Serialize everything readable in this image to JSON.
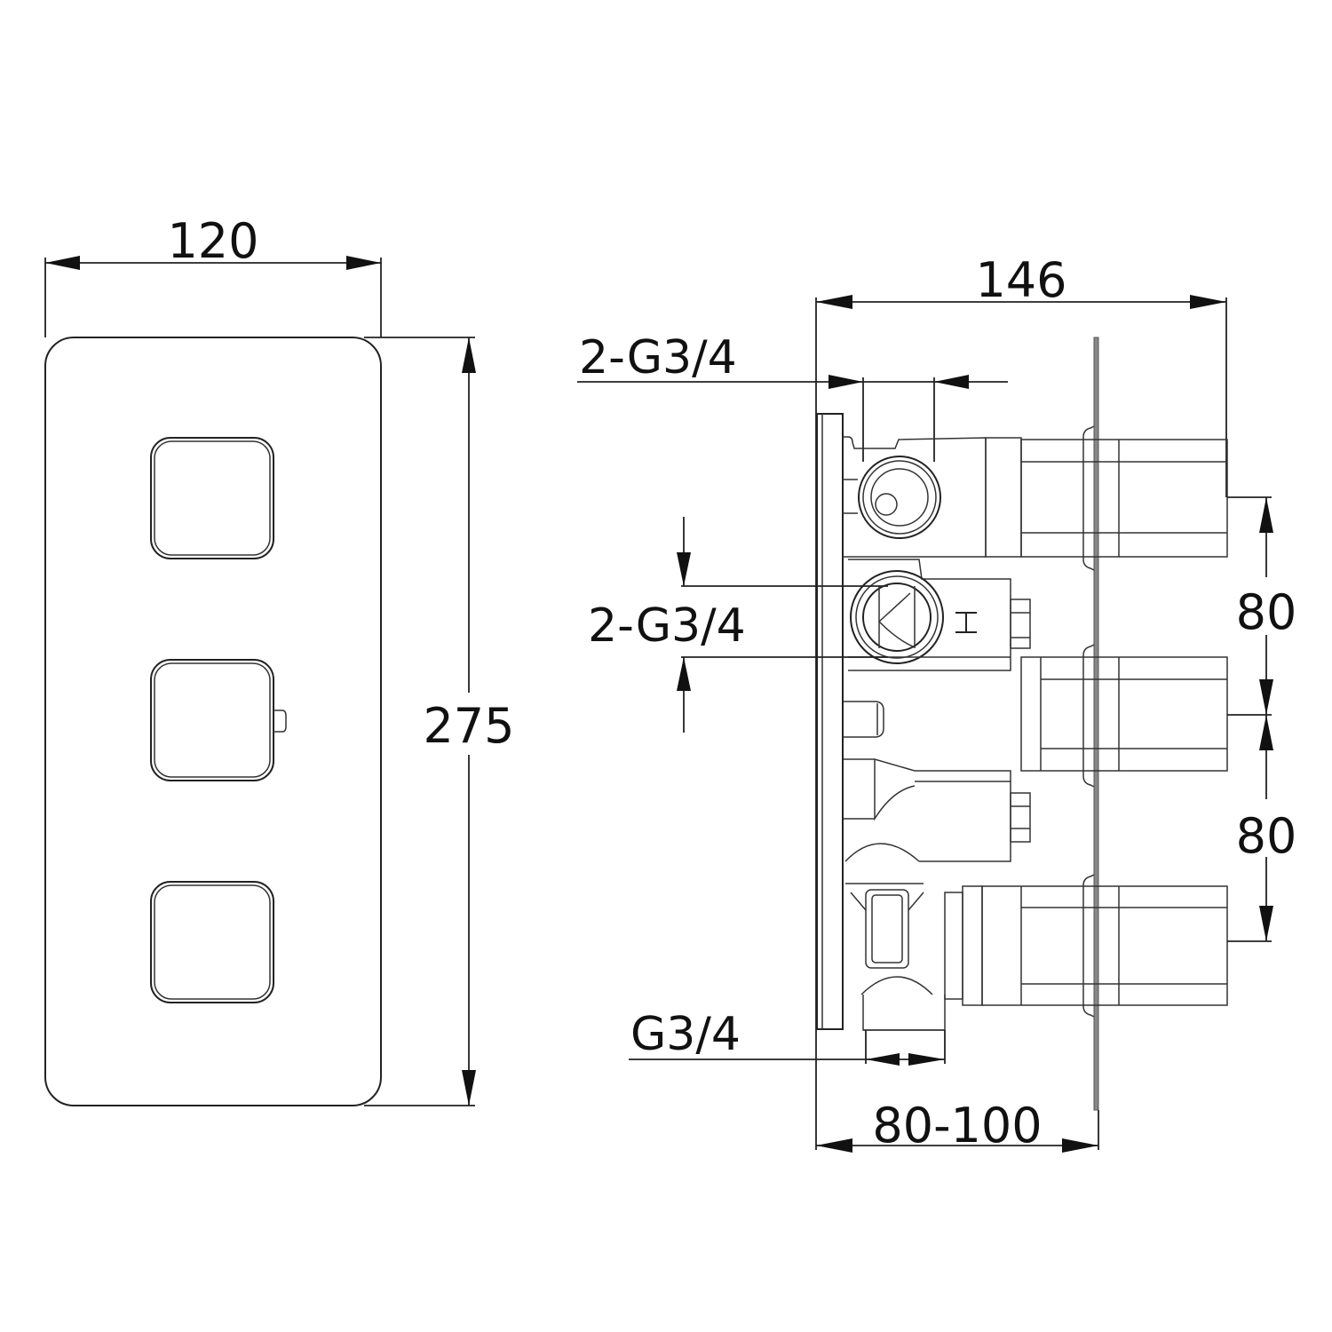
{
  "drawing": {
    "front_view": {
      "width_label": "120",
      "height_label": "275",
      "button_count": 3
    },
    "side_view": {
      "depth_label": "146",
      "outlet_top_label": "2-G3/4",
      "inlet_mid_label": "2-G3/4",
      "outlet_bottom_label": "G3/4",
      "wall_depth_label": "80-100",
      "spacing_upper_label": "80",
      "spacing_lower_label": "80"
    }
  }
}
